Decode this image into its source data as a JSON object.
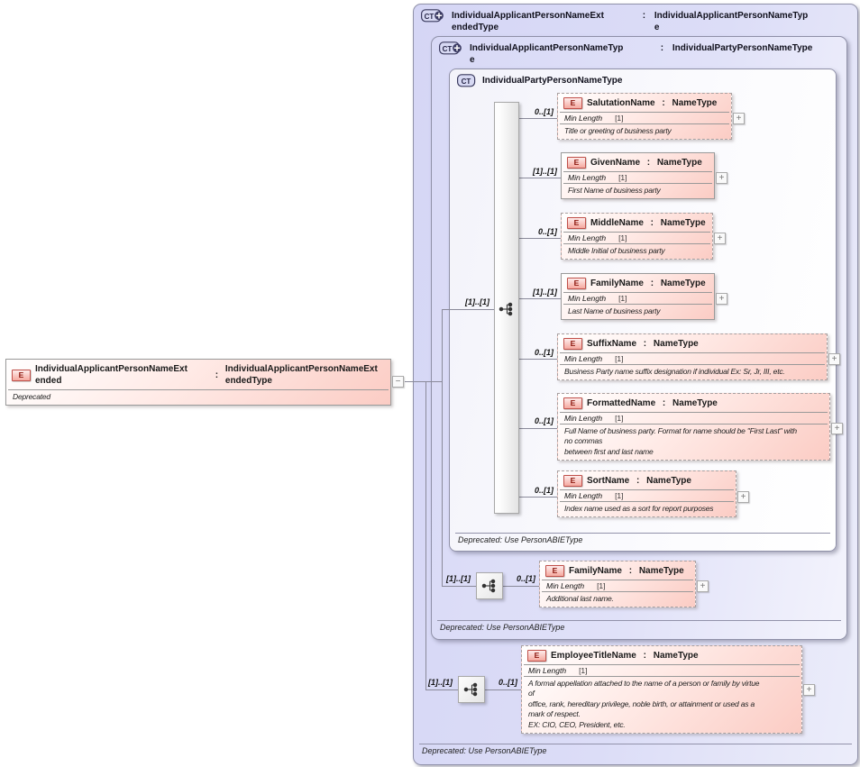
{
  "labels": {
    "sep": " : ",
    "e_icon": "E",
    "ct_icon": "CT",
    "expand": "+",
    "collapse": "−"
  },
  "root_element": {
    "name": "IndividualApplicantPersonNameExt\nended",
    "type": "IndividualApplicantPersonNameExt\nendedType",
    "annotation": "Deprecated"
  },
  "panels": {
    "outer": {
      "name": "IndividualApplicantPersonNameExt\nendedType",
      "type": "IndividualApplicantPersonNameTyp\ne",
      "footer": "Deprecated: Use PersonABIEType"
    },
    "middle": {
      "name": "IndividualApplicantPersonNameTyp\ne",
      "type": "IndividualPartyPersonNameType",
      "footer": "Deprecated: Use PersonABIEType"
    },
    "inner": {
      "name": "IndividualPartyPersonNameType",
      "footer": "Deprecated: Use PersonABIEType"
    }
  },
  "groups": [
    {
      "cardinality": "[1]..[1]",
      "elements": [
        {
          "name": "SalutationName",
          "type": "NameType",
          "cardinality": "0..[1]",
          "facet_label": "Min Length",
          "facet_value": "[1]",
          "annotation": "Title or greeting of business party"
        },
        {
          "name": "GivenName",
          "type": "NameType",
          "cardinality": "[1]..[1]",
          "facet_label": "Min Length",
          "facet_value": "[1]",
          "annotation": "First Name of business party"
        },
        {
          "name": "MiddleName",
          "type": "NameType",
          "cardinality": "0..[1]",
          "facet_label": "Min Length",
          "facet_value": "[1]",
          "annotation": "Middle Initial of business party"
        },
        {
          "name": "FamilyName",
          "type": "NameType",
          "cardinality": "[1]..[1]",
          "facet_label": "Min Length",
          "facet_value": "[1]",
          "annotation": "Last Name of business party"
        },
        {
          "name": "SuffixName",
          "type": "NameType",
          "cardinality": "0..[1]",
          "facet_label": "Min Length",
          "facet_value": "[1]",
          "annotation": "Business Party name suffix designation if individual Ex: Sr, Jr, III, etc."
        },
        {
          "name": "FormattedName",
          "type": "NameType",
          "cardinality": "0..[1]",
          "facet_label": "Min Length",
          "facet_value": "[1]",
          "annotation": "Full Name of business party. Format for name should be \"First Last\" with\nno commas\nbetween first and last name"
        },
        {
          "name": "SortName",
          "type": "NameType",
          "cardinality": "0..[1]",
          "facet_label": "Min Length",
          "facet_value": "[1]",
          "annotation": "Index name used as a sort for report purposes"
        }
      ]
    },
    {
      "cardinality": "[1]..[1]",
      "elements": [
        {
          "name": "FamilyName",
          "type": "NameType",
          "cardinality": "0..[1]",
          "facet_label": "Min Length",
          "facet_value": "[1]",
          "annotation": "Additional last name."
        }
      ]
    },
    {
      "cardinality": "[1]..[1]",
      "elements": [
        {
          "name": "EmployeeTitleName",
          "type": "NameType",
          "cardinality": "0..[1]",
          "facet_label": "Min Length",
          "facet_value": "[1]",
          "annotation": "A formal appellation attached to the name of a person or family by virtue\nof\noffice, rank, hereditary privilege, noble birth, or attainment or used as a\nmark of respect.\nEX: CIO, CEO, President, etc."
        }
      ]
    }
  ],
  "colors": {
    "panel_fill": "#dcddf7",
    "inner_panel_fill": "#fbfbfe",
    "element_fill": "#fbccc4",
    "accent_red": "#c0504a",
    "accent_navy": "#3c3c64",
    "connector": "#8a8a9a"
  }
}
